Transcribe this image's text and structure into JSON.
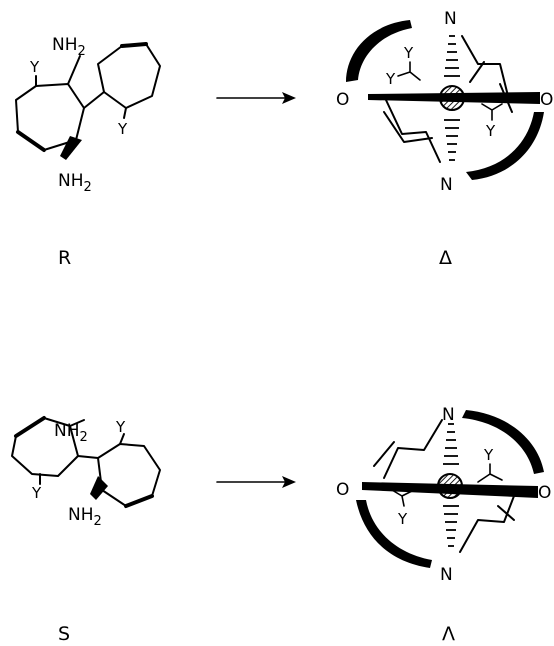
{
  "atoms": {
    "amine": "NH",
    "amine_sub": "2",
    "y": "Y",
    "n": "N",
    "o": "O"
  },
  "labels": {
    "top_left": "R",
    "top_right": "Δ",
    "bottom_left": "S",
    "bottom_right": "Λ"
  }
}
